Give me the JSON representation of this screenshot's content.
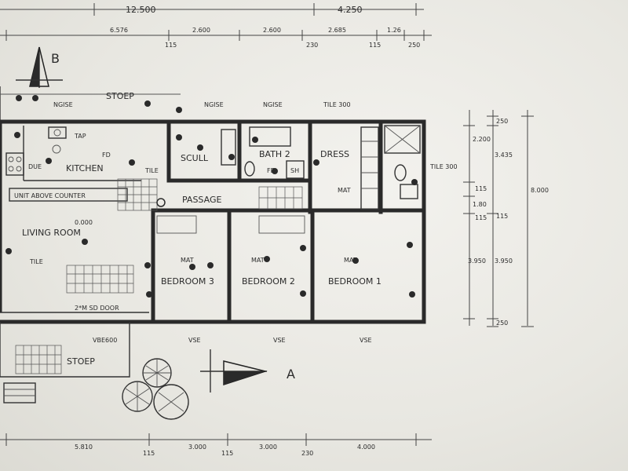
{
  "plan": {
    "rooms": {
      "bedroom1": "BEDROOM 1",
      "bedroom2": "BEDROOM 2",
      "bedroom3": "BEDROOM 3",
      "living": "LIVING ROOM",
      "kitchen": "KITCHEN",
      "passage": "PASSAGE",
      "bath": "BATH 2",
      "dress": "DRESS",
      "stoep_top": "STOEP",
      "stoep_bottom": "STOEP",
      "scullery": "SCULL"
    },
    "notes": {
      "mat1": "MAT",
      "mat2": "MAT",
      "mat3": "MAT",
      "tile_living": "TILE",
      "tile_kitchen": "TILE",
      "tile_right": "TILE 300",
      "tile_top": "TILE 300",
      "ngise1": "NGISE",
      "ngise2": "NGISE",
      "ngise3": "NGISE",
      "vse1": "VSE",
      "vse2": "VSE",
      "vse3": "VSE",
      "vbe": "VBE600",
      "door_note": "2*M SD DOOR",
      "counter": "UNIT ABOVE COUNTER",
      "height": "0.000",
      "stove": "DUE",
      "tap": "TAP",
      "kitchen_fd": "FD",
      "bath_sh": "SH",
      "bath_fd": "FD"
    },
    "sections": {
      "a": "A",
      "b": "B"
    },
    "dims_top_row1": [
      "12.500",
      "4.250"
    ],
    "dims_top_row2": [
      "6.576",
      "2.600",
      "2.600",
      "2.685",
      "1.26",
      "115",
      "230",
      "115",
      "250"
    ],
    "dims_right_row1": [
      "2.200",
      "115",
      "1.80",
      "115",
      "3.950"
    ],
    "dims_right_row2": [
      "3.435",
      "115",
      "3.950"
    ],
    "dims_right_row3": [
      "8.000"
    ],
    "dims_right_small": [
      "250",
      "250"
    ],
    "dims_bottom": [
      "5.810",
      "115",
      "3.000",
      "115",
      "3.000",
      "230",
      "4.000"
    ]
  }
}
